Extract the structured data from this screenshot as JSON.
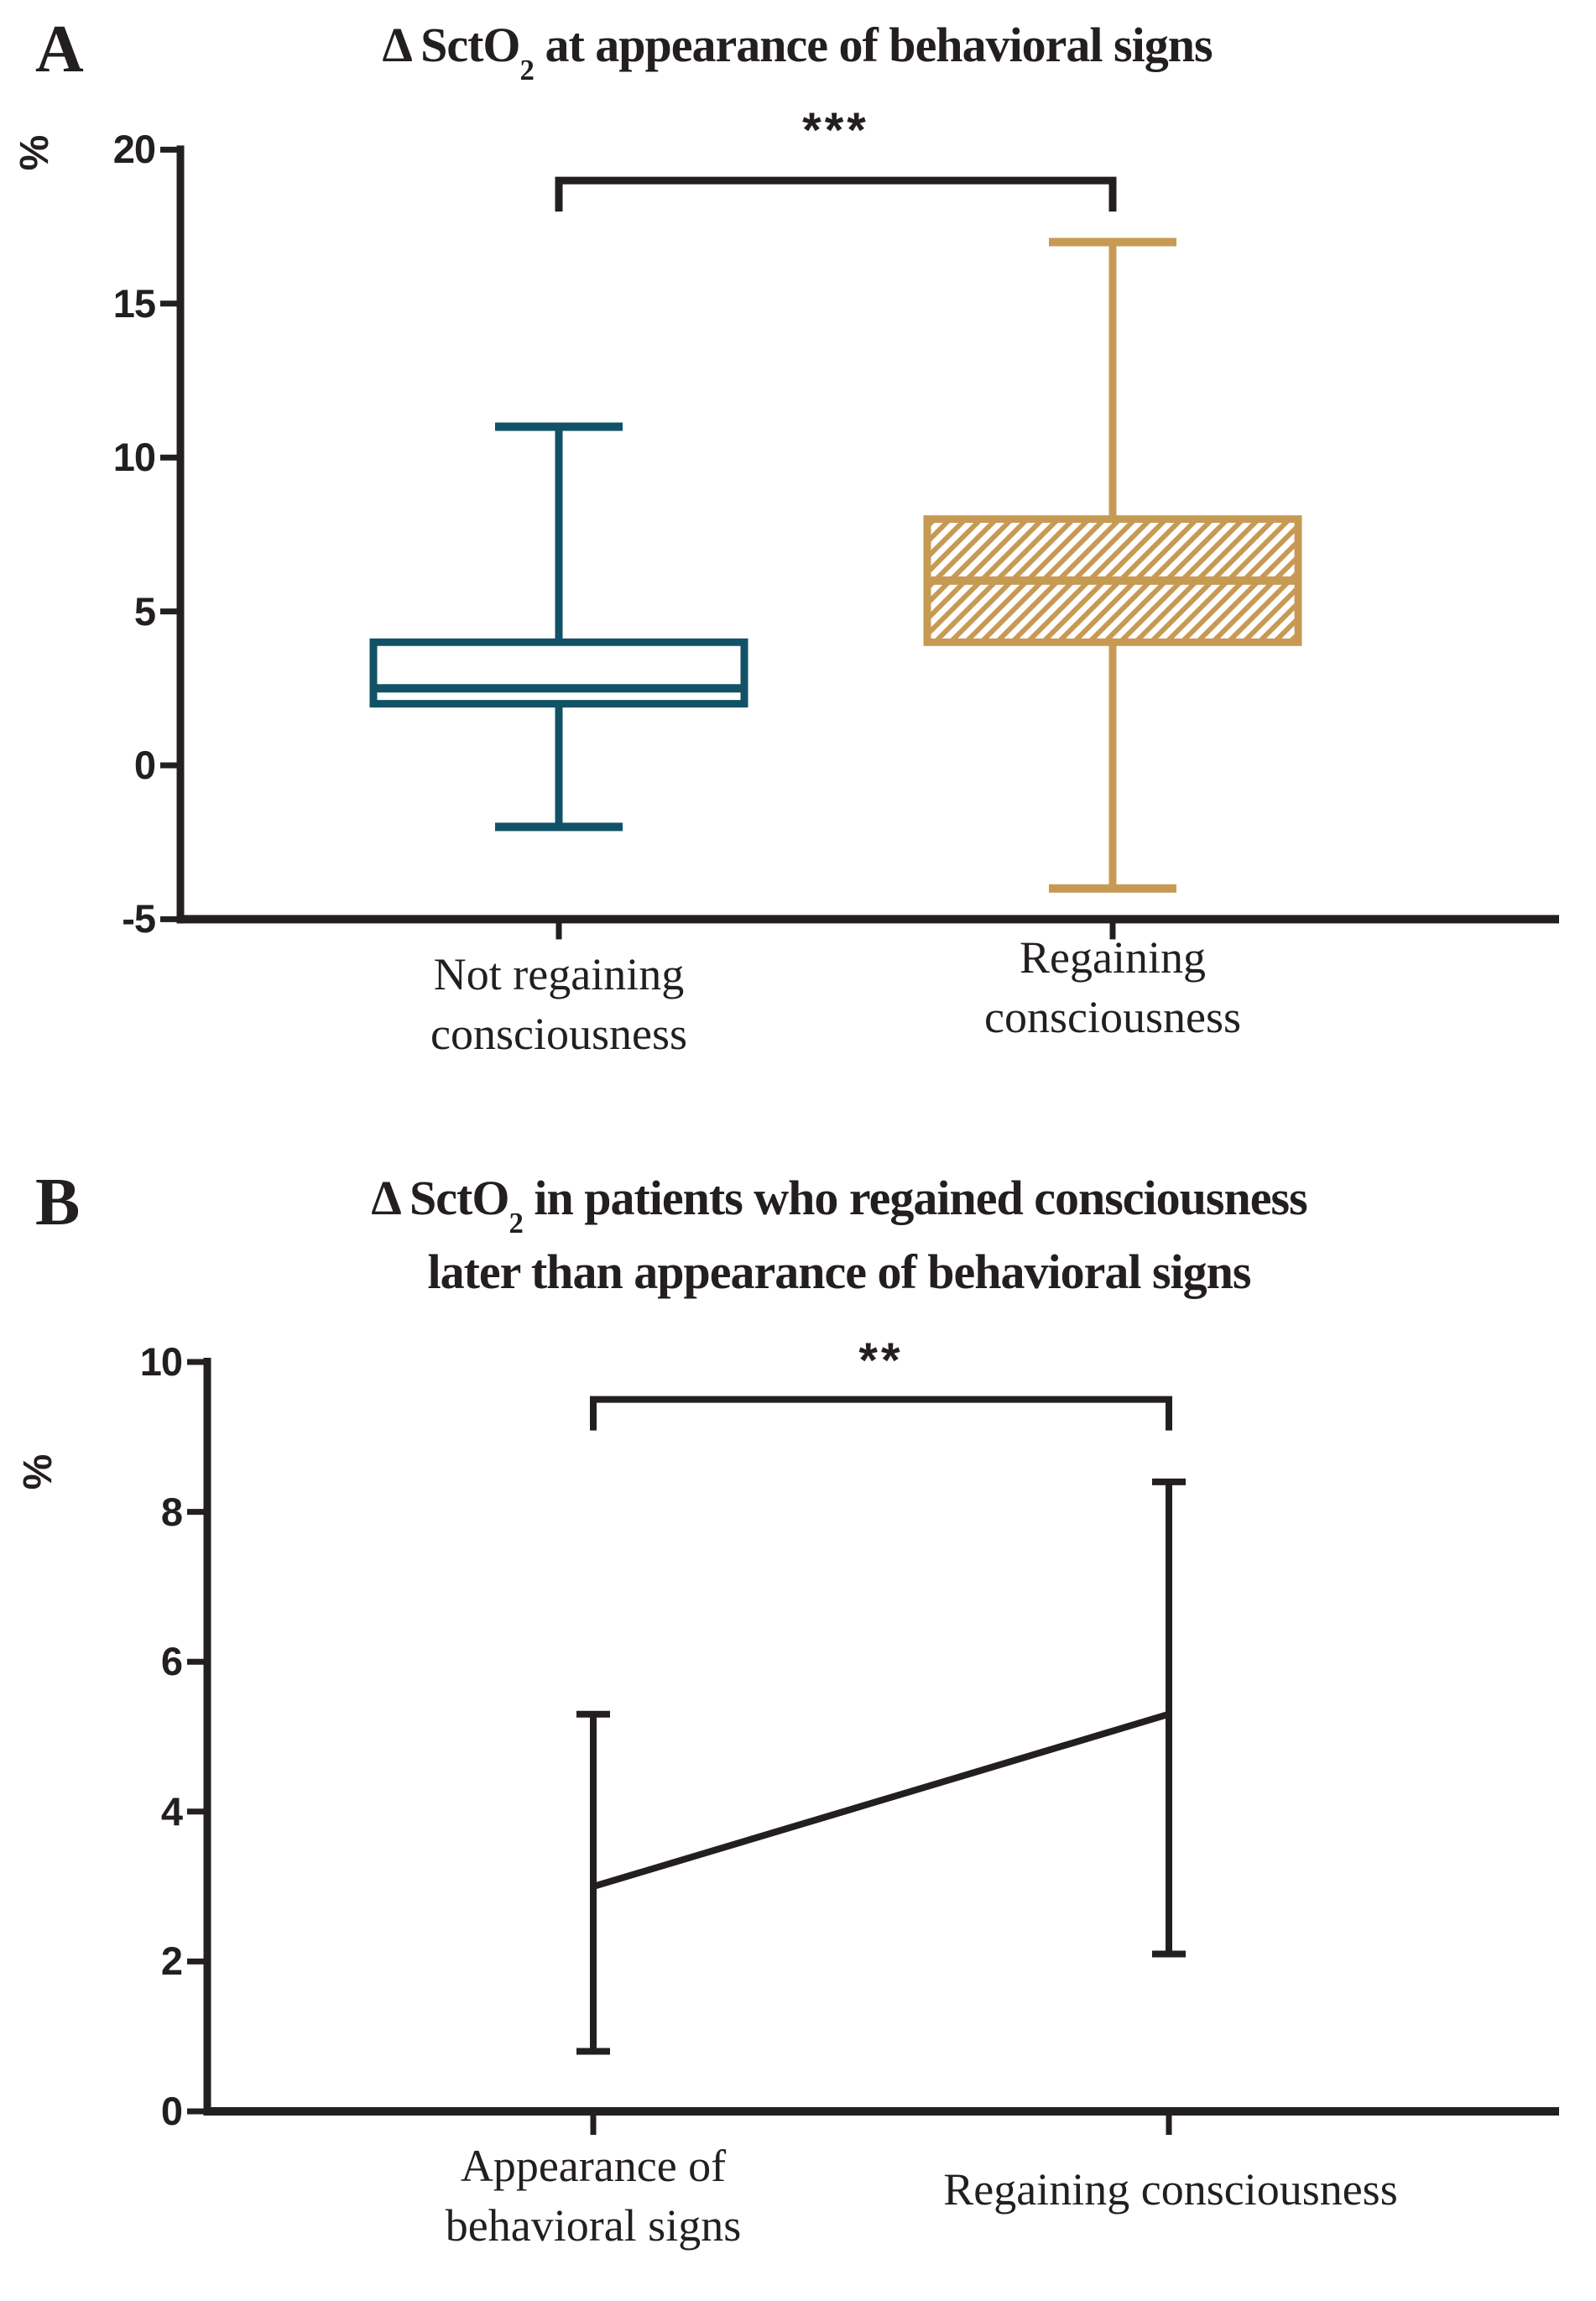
{
  "figure": {
    "background": "#ffffff",
    "panels": [
      {
        "letter": "A",
        "title_prefix": "Δ SctO",
        "title_sub": "2",
        "title_suffix": " at appearance of behavioral signs",
        "ylabel": "%",
        "significance_label": "***"
      },
      {
        "letter": "B",
        "title_prefix": "Δ SctO",
        "title_sub": "2",
        "title_suffix": " in patients who regained consciousness",
        "title_line2": "later than appearance of  behavioral signs",
        "ylabel": "%",
        "significance_label": "**"
      }
    ]
  },
  "colors": {
    "ink": "#231F20",
    "teal": "#115266",
    "tan": "#C79A54",
    "white": "#FFFFFF"
  },
  "chart_data": [
    {
      "type": "box",
      "title": "Δ SctO2 at appearance of behavioral signs",
      "ylabel": "%",
      "ylim": [
        -5,
        20
      ],
      "yticks": [
        20,
        15,
        10,
        5,
        0,
        -5
      ],
      "grid": false,
      "categories": [
        "Not regaining consciousness",
        "Regaining consciousness"
      ],
      "series": [
        {
          "name": "Not regaining consciousness",
          "color": "#115266",
          "hatch": false,
          "whisker_low": -2,
          "q1": 2,
          "median": 2.5,
          "q3": 4,
          "whisker_high": 11
        },
        {
          "name": "Regaining consciousness",
          "color": "#C79A54",
          "hatch": true,
          "whisker_low": -4,
          "q1": 4,
          "median": 6,
          "q3": 8,
          "whisker_high": 17
        }
      ],
      "significance": {
        "label": "***",
        "level_y": 19,
        "between": [
          "Not regaining consciousness",
          "Regaining consciousness"
        ]
      }
    },
    {
      "type": "line",
      "title": "Δ SctO2 in patients who regained consciousness later than appearance of behavioral signs",
      "ylabel": "%",
      "ylim": [
        0,
        10
      ],
      "yticks": [
        10,
        8,
        6,
        4,
        2,
        0
      ],
      "grid": false,
      "categories": [
        "Appearance of behavioral signs",
        "Regaining consciousness"
      ],
      "series": [
        {
          "name": "mean with error bars",
          "color": "#231F20",
          "means": [
            3.0,
            5.3
          ],
          "err_low": [
            0.8,
            2.1
          ],
          "err_high": [
            5.3,
            8.4
          ]
        }
      ],
      "significance": {
        "label": "**",
        "level_y": 9.5,
        "between": [
          "Appearance of behavioral signs",
          "Regaining consciousness"
        ]
      }
    }
  ]
}
